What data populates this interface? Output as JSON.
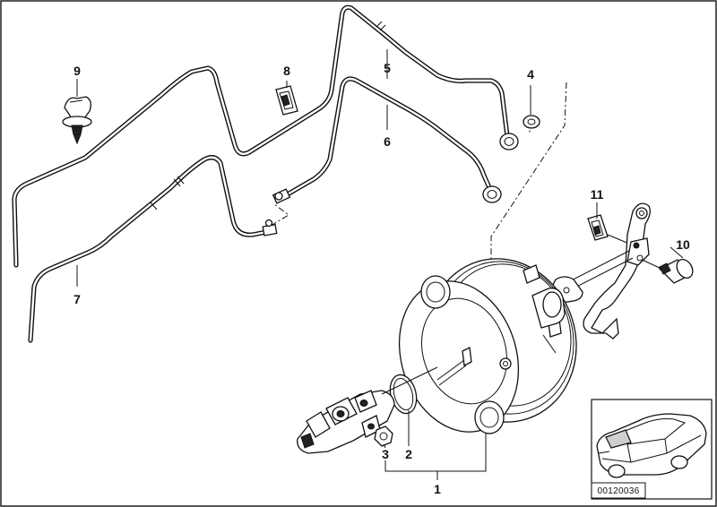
{
  "diagram": {
    "callouts": {
      "c1": "1",
      "c2": "2",
      "c3": "3",
      "c4": "4",
      "c5": "5",
      "c6": "6",
      "c7": "7",
      "c8": "8",
      "c9": "9",
      "c10": "10",
      "c11": "11"
    },
    "inset": {
      "code": "00120036",
      "icon": "car-silhouette-icon"
    },
    "colors": {
      "line": "#111111",
      "background": "#ffffff"
    }
  }
}
